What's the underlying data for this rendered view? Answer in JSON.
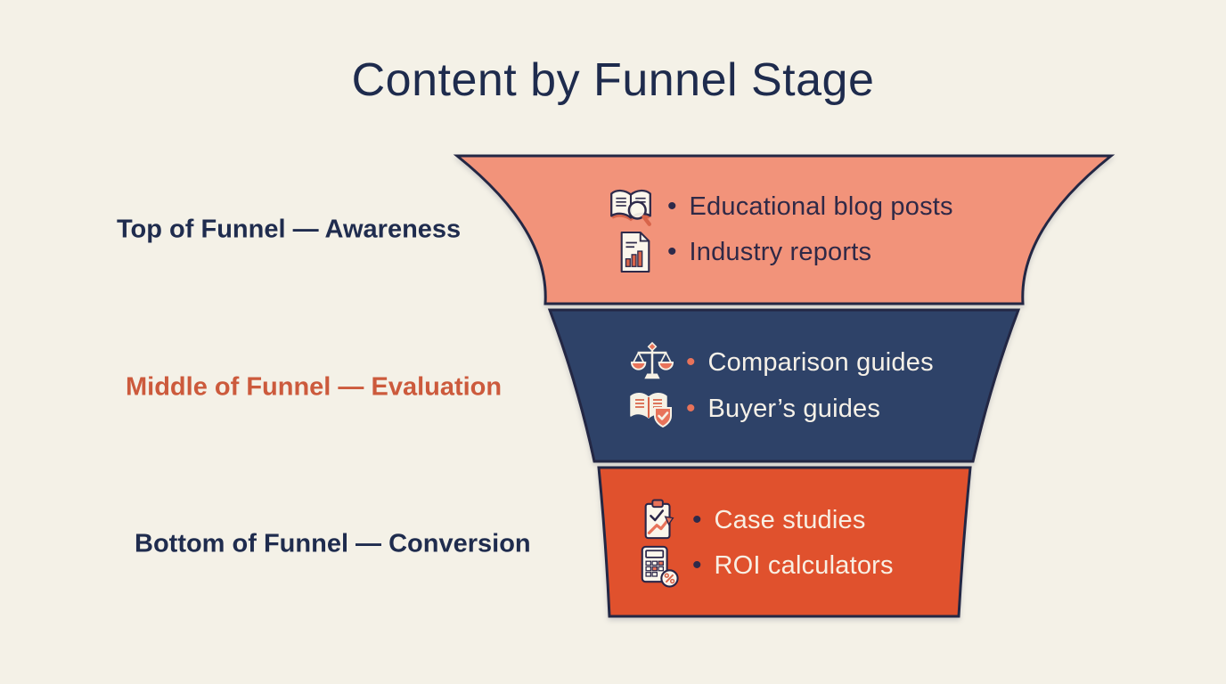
{
  "page": {
    "title": "Content by Funnel Stage",
    "background_color": "#F4F1E7",
    "title_color": "#1E2B4D"
  },
  "ui": {
    "bullet": "•"
  },
  "funnel": {
    "outline_color": "#232744",
    "stages": [
      {
        "name": "top",
        "label": "Top of Funnel — Awareness",
        "label_color": "#1F2C4E",
        "fill_color": "#F2937A",
        "item_text_color": "#2F2947",
        "bullet_color": "#2E2A4A",
        "items": [
          {
            "icon": "book-search-icon",
            "text": "Educational blog posts"
          },
          {
            "icon": "report-chart-icon",
            "text": "Industry reports"
          }
        ]
      },
      {
        "name": "middle",
        "label": "Middle of Funnel — Evaluation",
        "label_color": "#CC5A3C",
        "fill_color": "#2E4268",
        "item_text_color": "#F6F1E8",
        "bullet_color": "#E8735A",
        "items": [
          {
            "icon": "balance-scale-icon",
            "text": "Comparison guides"
          },
          {
            "icon": "book-shield-check-icon",
            "text": "Buyer’s guides"
          }
        ]
      },
      {
        "name": "bottom",
        "label": "Bottom of Funnel — Conversion",
        "label_color": "#1F2C4E",
        "fill_color": "#E0512D",
        "item_text_color": "#F8EFE3",
        "bullet_color": "#2A2547",
        "items": [
          {
            "icon": "clipboard-growth-icon",
            "text": "Case studies"
          },
          {
            "icon": "calculator-percent-icon",
            "text": "ROI calculators"
          }
        ]
      }
    ]
  }
}
